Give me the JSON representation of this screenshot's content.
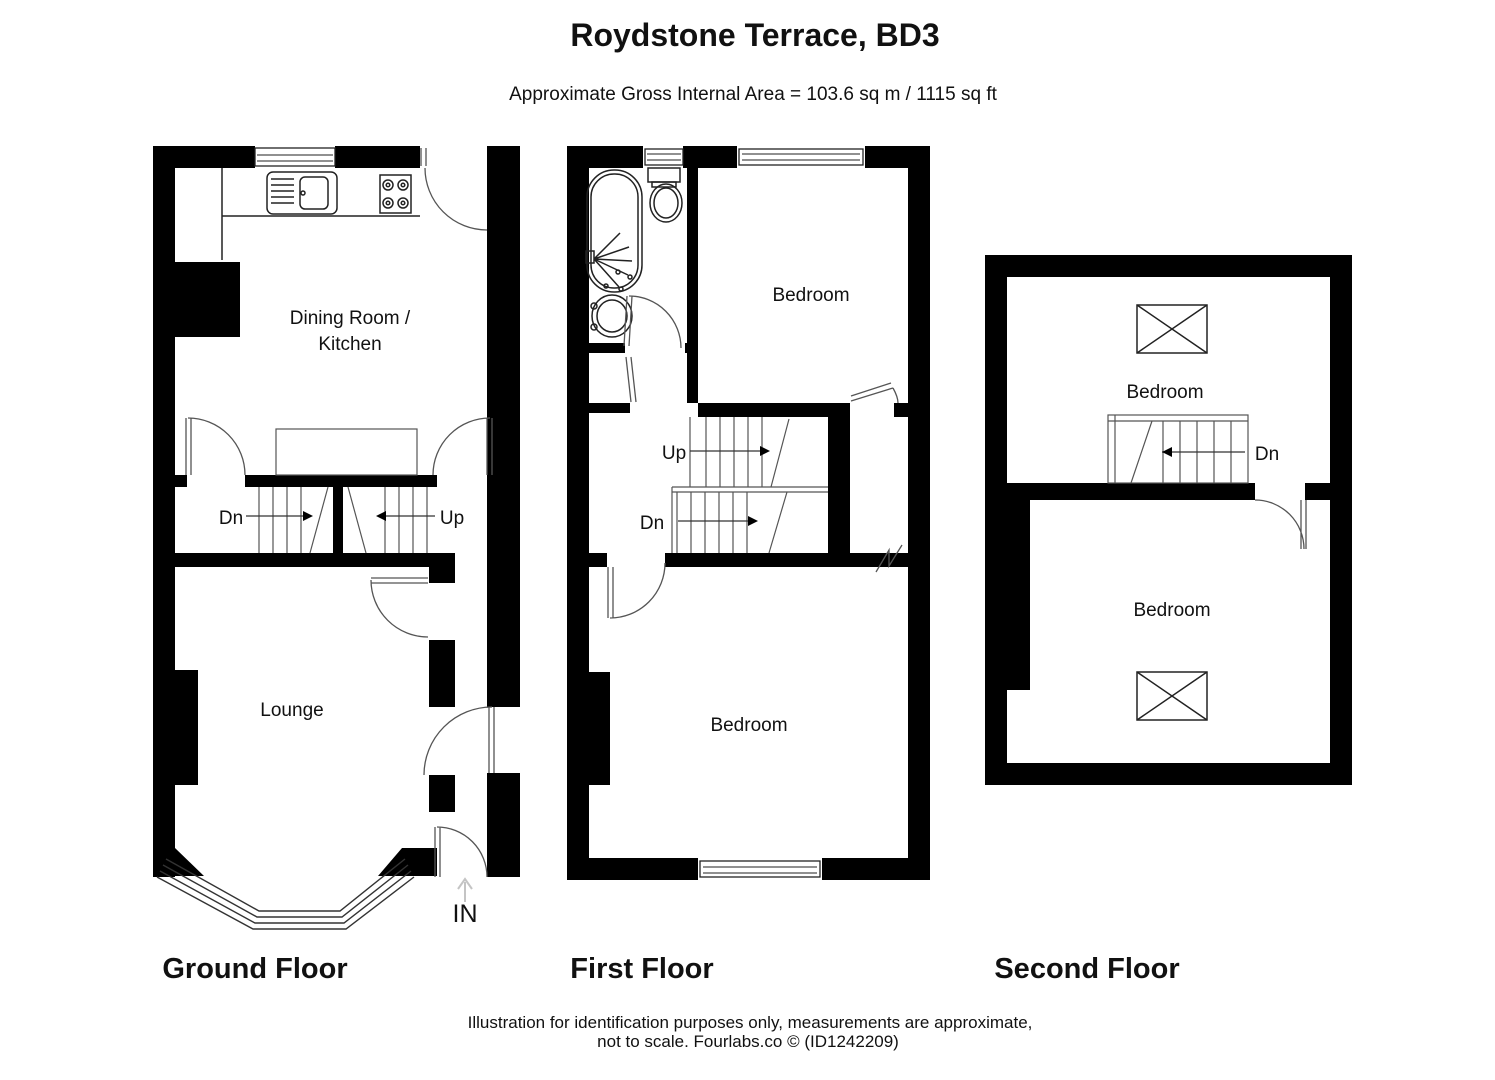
{
  "header": {
    "title": "Roydstone Terrace, BD3",
    "subtitle": "Approximate Gross Internal Area = 103.6 sq m / 1115 sq ft"
  },
  "ground_floor": {
    "label": "Ground Floor",
    "dining_kitchen_line1": "Dining Room /",
    "dining_kitchen_line2": "Kitchen",
    "lounge": "Lounge",
    "stair_down": "Dn",
    "stair_up": "Up",
    "entrance": "IN"
  },
  "first_floor": {
    "label": "First Floor",
    "bedroom_front": "Bedroom",
    "bedroom_back": "Bedroom",
    "stair_up": "Up",
    "stair_down": "Dn"
  },
  "second_floor": {
    "label": "Second Floor",
    "bedroom_front": "Bedroom",
    "bedroom_back": "Bedroom",
    "stair_down": "Dn"
  },
  "footer": {
    "line1": "Illustration for identification purposes only, measurements are approximate,",
    "line2": "not to scale. Fourlabs.co © (ID1242209)"
  },
  "colors": {
    "wall": "#000000",
    "thin_line": "#555555",
    "entry_arrow": "#c4c4c4",
    "background": "#ffffff"
  }
}
